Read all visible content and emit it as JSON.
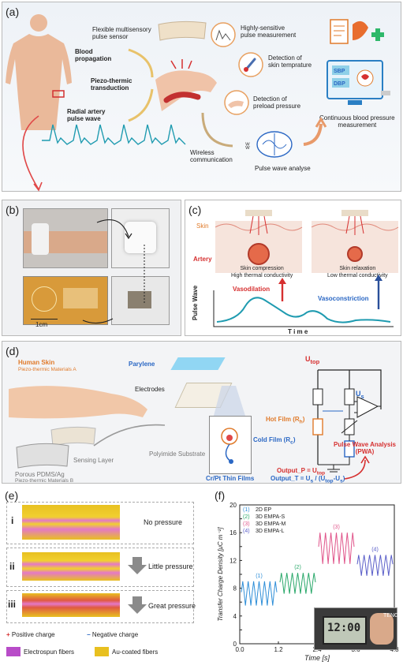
{
  "panels": {
    "a": {
      "label": "(a)",
      "flexible_sensor": "Flexible multisensory\npulse sensor",
      "blood_propagation": "Blood\npropagation",
      "piezo_thermic": "Piezo-thermic\ntransduction",
      "radial_artery": "Radial artery\npulse wave",
      "highly_sensitive": "Highly-sensitive\npulse measurement",
      "detection_skin": "Detection of\nskin temprature",
      "detection_preload": "Detection of\npreload pressure",
      "wireless": "Wireless\ncommunication",
      "pulse_analyse": "Pulse wave analyse",
      "continuous_bp": "Continuous blood pressure\nmeasurement",
      "sbp": "SBP",
      "dbp": "DBP"
    },
    "b": {
      "label": "(b)",
      "scale": "1cm"
    },
    "c": {
      "label": "(c)",
      "skin": "Skin",
      "artery": "Artery",
      "compression": "Skin compression\nHigh thermal conductivity",
      "relaxation": "Skin relaxation\nLow thermal conductivity",
      "vasodilation": "Vasodilation",
      "vasoconstriction": "Vasoconstriction",
      "ylabel": "Pulse Wave",
      "xlabel": "T i m e"
    },
    "d": {
      "label": "(d)",
      "human_skin": "Human Skin",
      "piezo_a": "Piezo-thermic Materials A",
      "parylene": "Parylene",
      "electrodes": "Electrodes",
      "polyimide": "Polyimide Substrate",
      "sensing_layer": "Sensing Layer",
      "porous": "Porous PDMS/Ag",
      "piezo_b": "Piezo-thermic Materials B",
      "crpt": "Cr/Pt Thin Films",
      "hot_film": "Hot Film (R",
      "hot_sub": "h",
      "cold_film": "Cold Film (R",
      "cold_sub": "c",
      "u_top": "U",
      "u_top_sub": "top",
      "u_s": "U",
      "u_s_sub": "s",
      "pwa": "Pulse Wave Analysis\n(PWA)",
      "output_p": "Output_P = U",
      "output_p_sub": "top",
      "output_t": "Output_T = U",
      "output_t_mid": " / (U",
      "output_t_end": "-U",
      "output_t_close": ")"
    },
    "e": {
      "label": "(e)",
      "rows": [
        {
          "numeral": "i",
          "text": "No pressure"
        },
        {
          "numeral": "ii",
          "text": "Little pressure"
        },
        {
          "numeral": "iii",
          "text": "Great pressure"
        }
      ],
      "positive": "Positive charge",
      "negative": "Negative charge",
      "electrospun": "Electrospun fibers",
      "au_coated": "Au-coated fibers"
    },
    "f": {
      "label": "(f)",
      "inset_label": "TENG",
      "clock": "12:00"
    }
  },
  "chart_data": {
    "type": "line",
    "ylabel": "Transfer Charge Density [μC m⁻²]",
    "xlabel": "Time [s]",
    "xlim": [
      0,
      4.8
    ],
    "ylim": [
      0,
      20
    ],
    "xticks": [
      "0.0",
      "1.2",
      "2.4",
      "3.6",
      "4.8"
    ],
    "yticks": [
      "0",
      "2",
      "4",
      "6",
      "8",
      "10",
      "12",
      "14",
      "16",
      "18",
      "20"
    ],
    "series": [
      {
        "name": "2D EP",
        "marker": "(1)",
        "color": "#2f8fd8",
        "x_start": 0.05,
        "x_end": 1.15,
        "peak": 9.0,
        "valley": 5.5
      },
      {
        "name": "3D EMPA-S",
        "marker": "(2)",
        "color": "#2aa86a",
        "x_start": 1.25,
        "x_end": 2.35,
        "peak": 10.2,
        "valley": 7.2
      },
      {
        "name": "3D EMPA-M",
        "marker": "(3)",
        "color": "#e0548a",
        "x_start": 2.45,
        "x_end": 3.55,
        "peak": 16.0,
        "valley": 11.5
      },
      {
        "name": "3D EMPA-L",
        "marker": "(4)",
        "color": "#5a5ec8",
        "x_start": 3.65,
        "x_end": 4.75,
        "peak": 12.8,
        "valley": 9.8
      }
    ]
  }
}
